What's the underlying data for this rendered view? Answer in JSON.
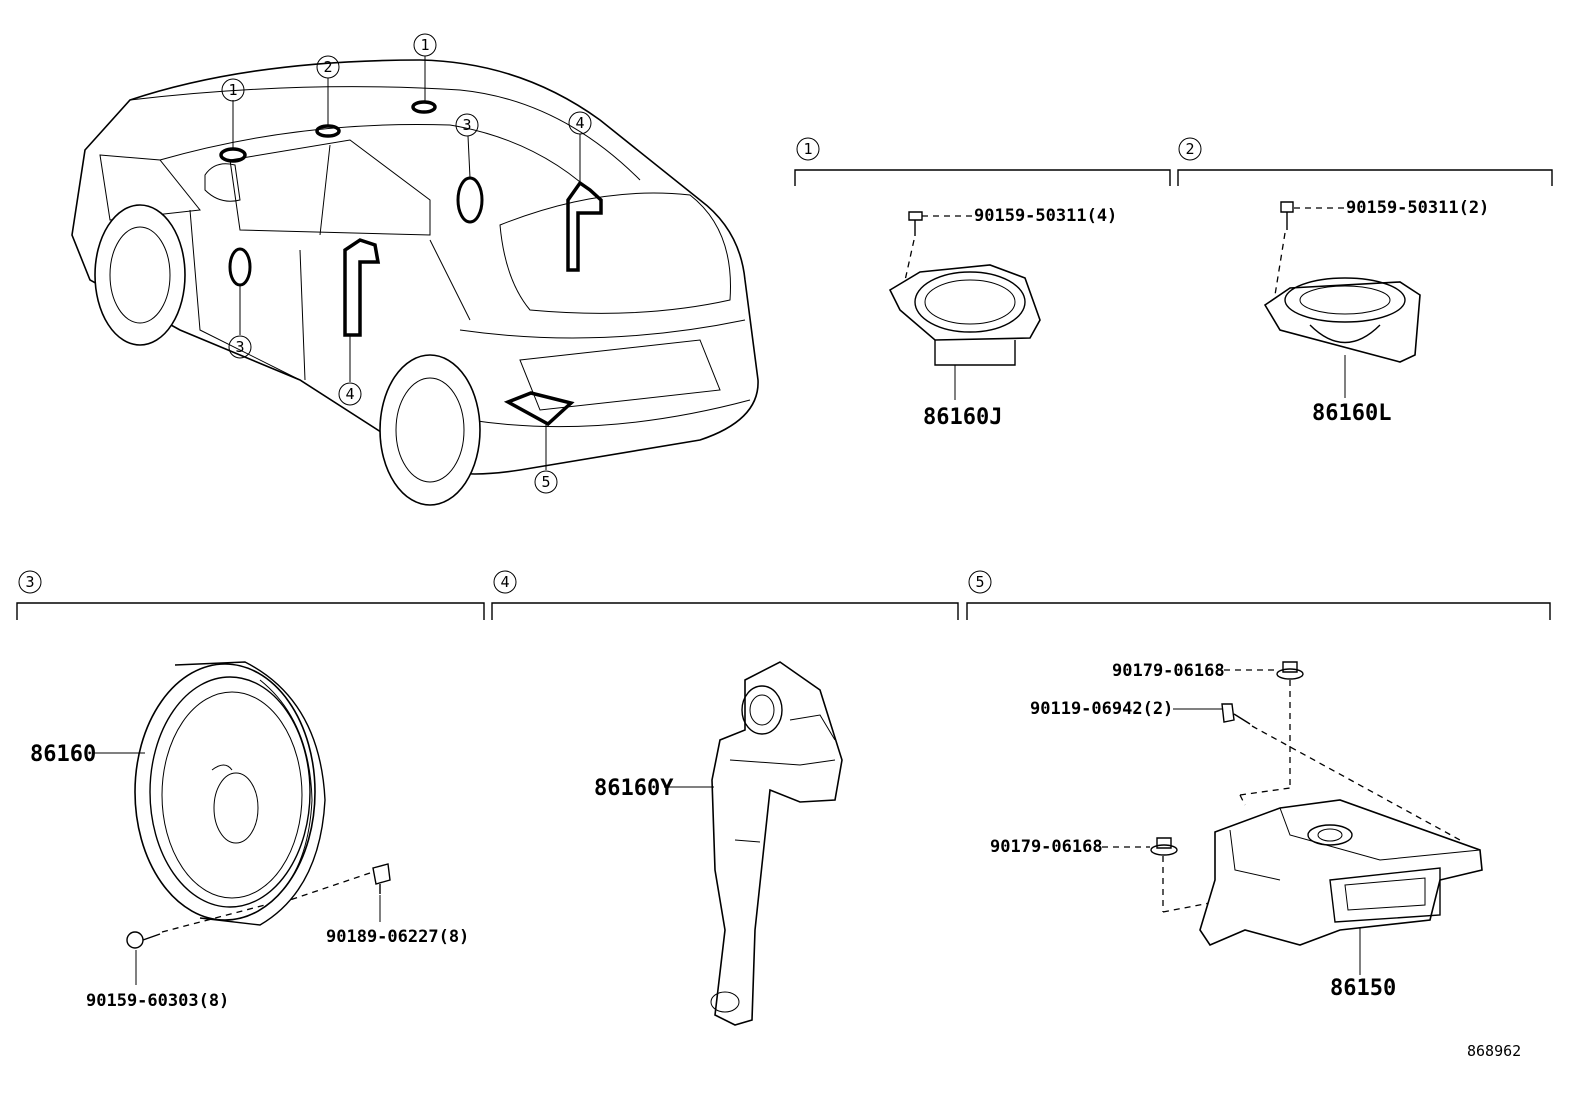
{
  "diagram_id": "868962",
  "callouts": [
    "1",
    "2",
    "3",
    "4",
    "5"
  ],
  "sections": {
    "s1": {
      "number": "1",
      "part_main": "86160J",
      "fastener": "90159-50311(4)"
    },
    "s2": {
      "number": "2",
      "part_main": "86160L",
      "fastener": "90159-50311(2)"
    },
    "s3": {
      "number": "3",
      "part_main": "86160",
      "fastener_a": "90189-06227(8)",
      "fastener_b": "90159-60303(8)"
    },
    "s4": {
      "number": "4",
      "part_main": "86160Y"
    },
    "s5": {
      "number": "5",
      "part_main": "86150",
      "nut_top": "90179-06168",
      "bolt": "90119-06942(2)",
      "nut_side": "90179-06168"
    }
  }
}
